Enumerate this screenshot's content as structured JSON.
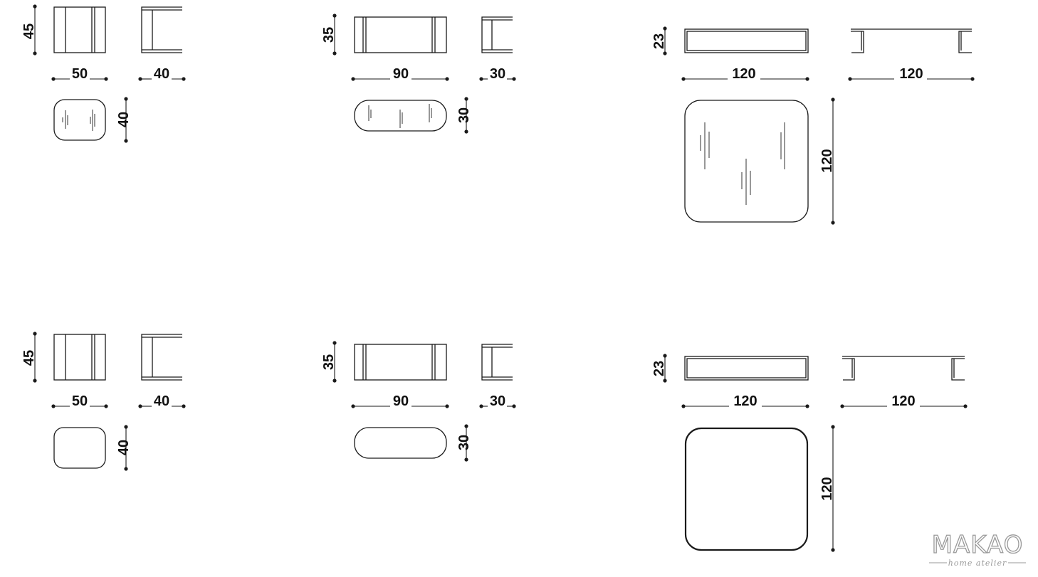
{
  "dimensions": {
    "small_marble": {
      "height": "45",
      "width": "50",
      "side_width": "40",
      "plan_depth": "40"
    },
    "medium_marble": {
      "height": "35",
      "width": "90",
      "side_width": "30",
      "plan_depth": "30"
    },
    "large_marble": {
      "height": "23",
      "width": "120",
      "side_width": "120",
      "plan_depth": "120"
    },
    "small_plain": {
      "height": "45",
      "width": "50",
      "side_width": "40",
      "plan_depth": "40"
    },
    "medium_plain": {
      "height": "35",
      "width": "90",
      "side_width": "30",
      "plan_depth": "30"
    },
    "large_plain": {
      "height": "23",
      "width": "120",
      "side_width": "120",
      "plan_depth": "120"
    }
  },
  "brand": {
    "name": "MAKAO",
    "tagline": "home atelier"
  },
  "colors": {
    "line": "#1a1a1a",
    "watermark": "#9a9a9a",
    "background": "#ffffff"
  }
}
